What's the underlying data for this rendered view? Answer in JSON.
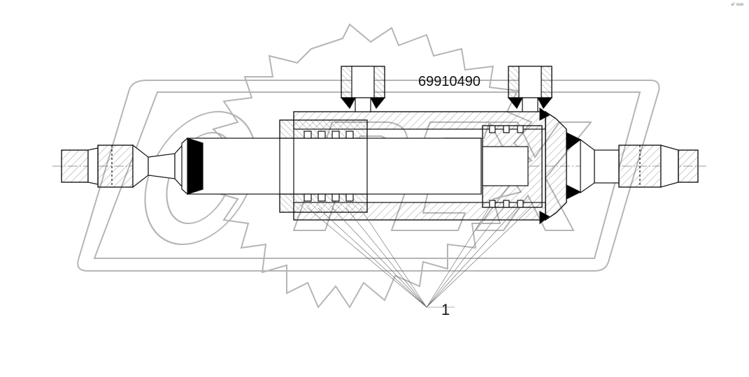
{
  "drawing": {
    "part_number": "69910490",
    "callout": "1",
    "corner_mark": "a° ooo"
  },
  "watermark": {
    "text": "OPEX"
  },
  "colors": {
    "line": "#111111",
    "watermark": "#b0b0b0",
    "fill_black": "#000000",
    "hatch": "#444444"
  }
}
